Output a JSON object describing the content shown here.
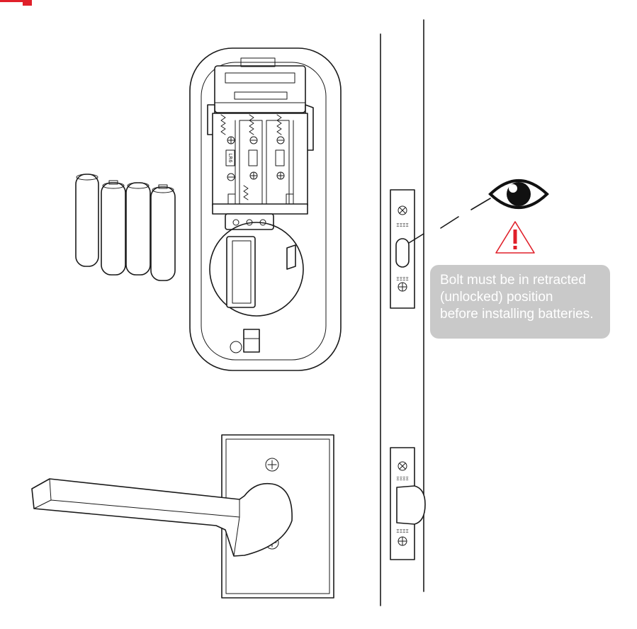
{
  "note": {
    "lines": [
      "Bolt must be in retracted",
      "(unlocked) position",
      "before installing batteries."
    ]
  },
  "battery_label": "LR6",
  "colors": {
    "warning": "#e0202a",
    "note_background": "#c9c9c9",
    "note_text": "#ffffff",
    "line": "#1a1a1a"
  },
  "icons": [
    "eye-icon",
    "warning-triangle-icon",
    "battery-icon",
    "screw-icon"
  ]
}
